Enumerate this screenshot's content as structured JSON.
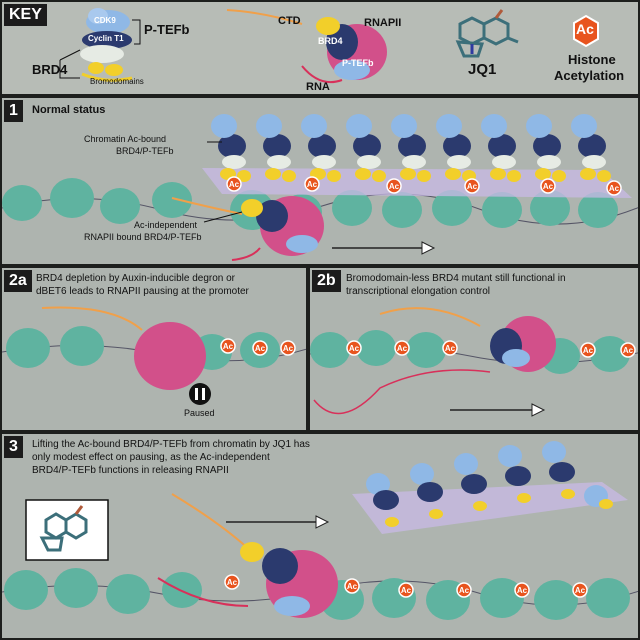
{
  "key": {
    "badge": "KEY",
    "cdk9": "CDK9",
    "cyclin": "Cyclin T1",
    "ptefb": "P-TEFb",
    "brd4": "BRD4",
    "bromodomains": "Bromodomains",
    "ctd": "CTD",
    "brd4_small": "BRD4",
    "rnapii": "RNAPII",
    "ptefb_small": "P-TEFb",
    "rna": "RNA",
    "jq1": "JQ1",
    "ac": "Ac",
    "histone_line1": "Histone",
    "histone_line2": "Acetylation"
  },
  "panel1": {
    "badge": "1",
    "title": "Normal status",
    "label_chromatin_1": "Chromatin Ac-bound",
    "label_chromatin_2": "BRD4/P-TEFb",
    "label_ac_ind_1": "Ac-independent",
    "label_ac_ind_2": "RNAPII bound BRD4/P-TEFb",
    "ac": "Ac"
  },
  "panel2a": {
    "badge": "2a",
    "line1": "BRD4 depletion by Auxin-inducible degron or",
    "line2": "dBET6 leads to RNAPII pausing at the promoter",
    "paused": "Paused",
    "ac": "Ac"
  },
  "panel2b": {
    "badge": "2b",
    "line1": "Bromodomain-less BRD4 mutant still functional in",
    "line2": "transcriptional elongation control",
    "ac": "Ac"
  },
  "panel3": {
    "badge": "3",
    "line1": "Lifting the Ac-bound BRD4/P-TEFb from chromatin by JQ1 has",
    "line2": "only modest effect on pausing, as the Ac-independent",
    "line3": "BRD4/P-TEFb functions in releasing RNAPII",
    "ac": "Ac"
  },
  "colors": {
    "nucleosome": "#5fb3a0",
    "brd4_dark": "#2b3a6e",
    "ptefb_light": "#8fb8e6",
    "bromodomain_yellow": "#f2cf2a",
    "rnapii_pink": "#d2508a",
    "ctd_orange": "#f0a04a",
    "rna_red": "#d8305a",
    "ac_orange": "#e8541e",
    "chromatin_sheet": "#c8b9e6"
  }
}
